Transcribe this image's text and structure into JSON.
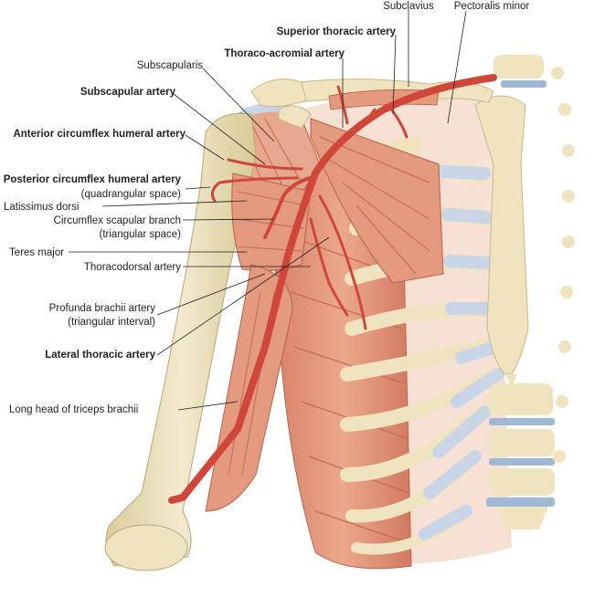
{
  "labels": {
    "subclavius": "Subclavius",
    "pectoralis_minor": "Pectoralis minor",
    "superior_thoracic_artery": "Superior thoracic artery",
    "thoraco_acromial_artery": "Thoraco-acromial artery",
    "subscapularis": "Subscapularis",
    "subscapular_artery": "Subscapular artery",
    "anterior_circumflex_humeral_artery": "Anterior circumflex humeral artery",
    "posterior_circumflex_humeral_artery": "Posterior circumflex humeral artery",
    "quadrangular_space": "(quadrangular space)",
    "latissimus_dorsi": "Latissimus dorsi",
    "circumflex_scapular_branch": "Circumflex scapular branch",
    "triangular_space": "(triangular space)",
    "teres_major": "Teres major",
    "thoracodorsal_artery": "Thoracodorsal artery",
    "profunda_brachii_artery": "Profunda brachii artery",
    "triangular_interval": "(triangular interval)",
    "lateral_thoracic_artery": "Lateral thoracic artery",
    "long_head_of_triceps_brachii": "Long head of triceps brachii"
  },
  "colors": {
    "bone": "#efe4bf",
    "bone_shadow": "#d8c996",
    "cartilage": "#c8d6e8",
    "muscle": "#e39a7e",
    "muscle_dark": "#c8664d",
    "artery": "#d0473a",
    "lung_bg": "#f6e1d4"
  }
}
